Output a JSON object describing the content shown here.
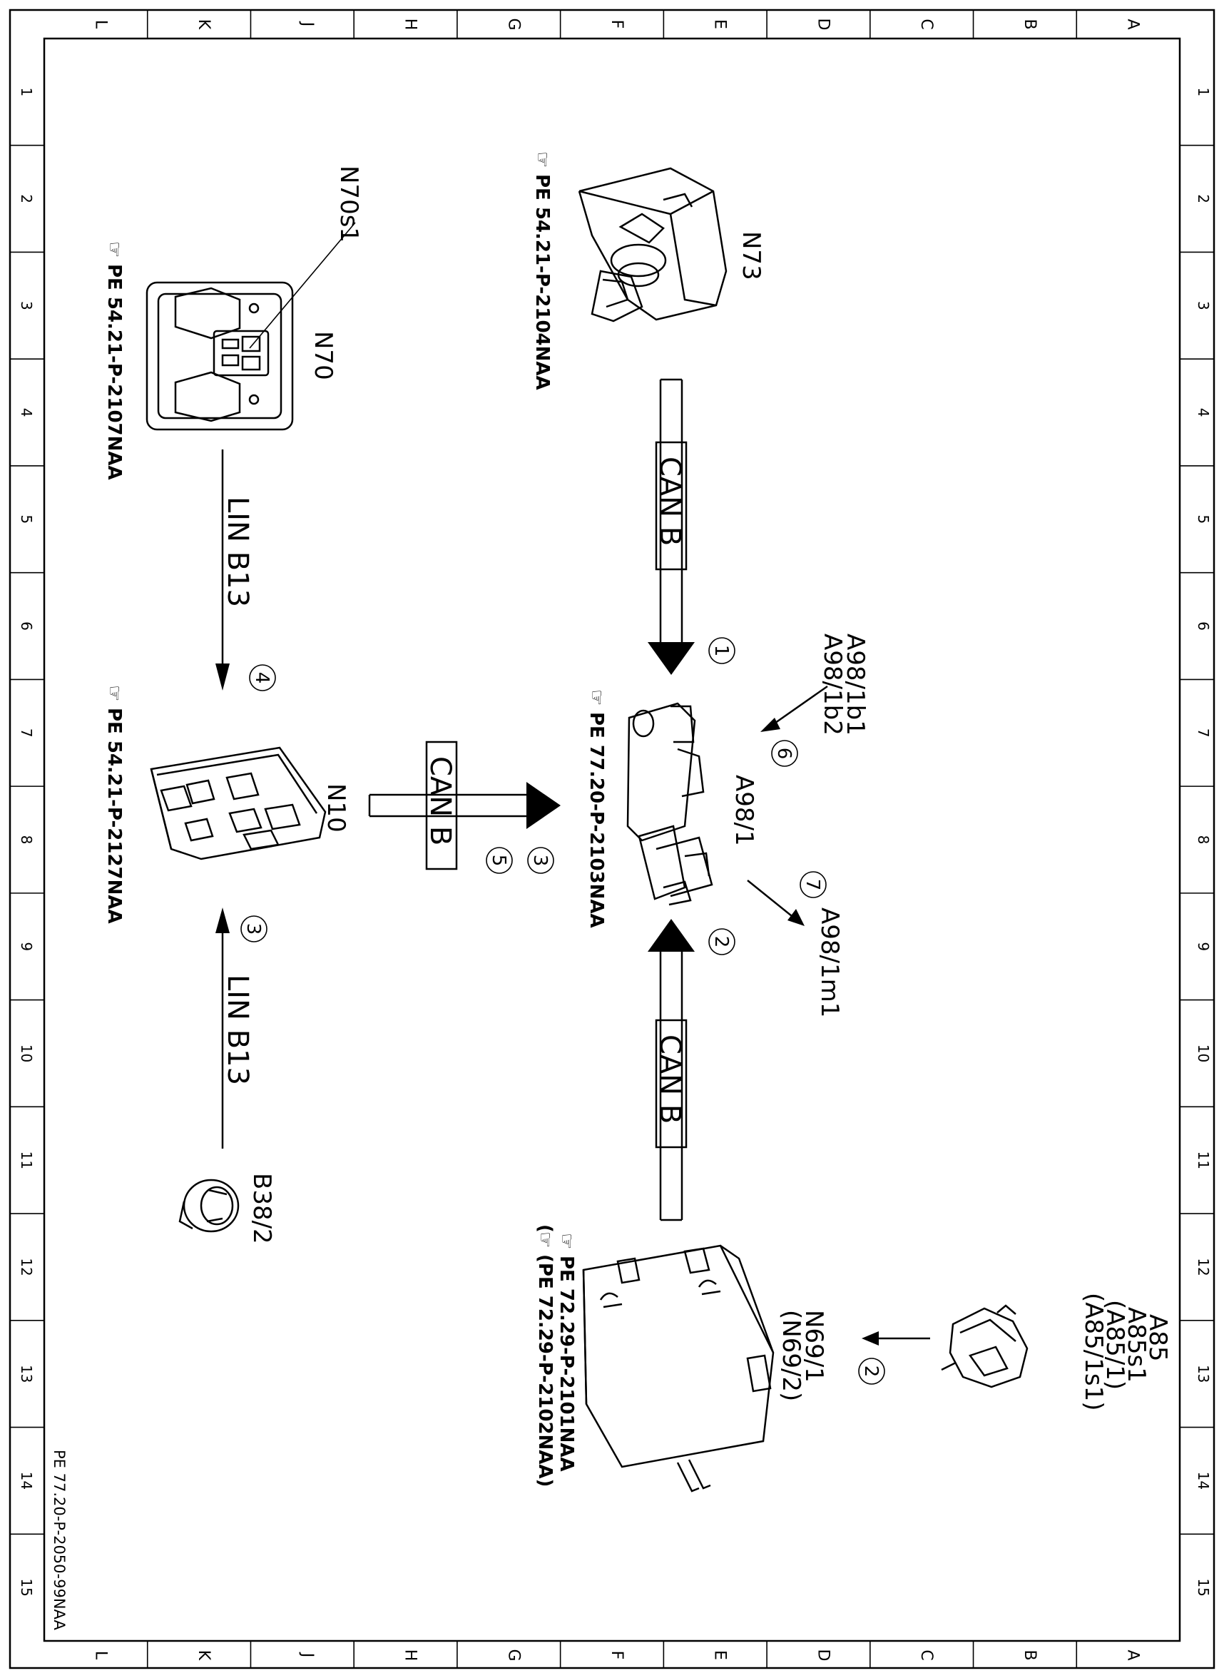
{
  "frame": {
    "columns": [
      "L",
      "K",
      "J",
      "H",
      "G",
      "F",
      "E",
      "D",
      "C",
      "B",
      "A"
    ],
    "rows": [
      "1",
      "2",
      "3",
      "4",
      "5",
      "6",
      "7",
      "8",
      "9",
      "10",
      "11",
      "12",
      "13",
      "14",
      "15"
    ],
    "doc_code": "PE 77.20-P-2050-99NAA"
  },
  "components": {
    "n73": {
      "label": "N73",
      "ref": "PE 54.21-P-2104NAA"
    },
    "n70": {
      "label": "N70",
      "ref": "PE 54.21-P-2107NAA"
    },
    "n70s1": {
      "label": "N70s1"
    },
    "n10": {
      "label": "N10",
      "ref": "PE 54.21-P-2127NAA"
    },
    "a98_1": {
      "label": "A98/1",
      "ref": "PE 77.20-P-2103NAA"
    },
    "a98_1b": {
      "line1": "A98/1b1",
      "line2": "A98/1b2"
    },
    "a98_1m1": {
      "label": "A98/1m1"
    },
    "b38_2": {
      "label": "B38/2"
    },
    "n69_1": {
      "line1": "N69/1",
      "line2": "(N69/2)",
      "ref1": "PE 72.29-P-2101NAA",
      "ref2": "(PE 72.29-P-2102NAA)"
    },
    "a85": {
      "line1": "A85",
      "line2": "A85s1",
      "line3": "(A85/1)",
      "line4": "(A85/1s1)"
    }
  },
  "buses": {
    "can_top": "CAN B",
    "can_mid": "CAN B",
    "can_bottom": "CAN B",
    "lin_top": "LIN B13",
    "lin_bottom": "LIN B13"
  },
  "callouts": {
    "c1": "1",
    "c2_bus": "2",
    "c2_a85": "2",
    "c3_lin": "3",
    "c3_can": "3",
    "c4": "4",
    "c5": "5",
    "c6": "6",
    "c7": "7"
  },
  "colors": {
    "ink": "#000000",
    "paper": "#ffffff"
  }
}
